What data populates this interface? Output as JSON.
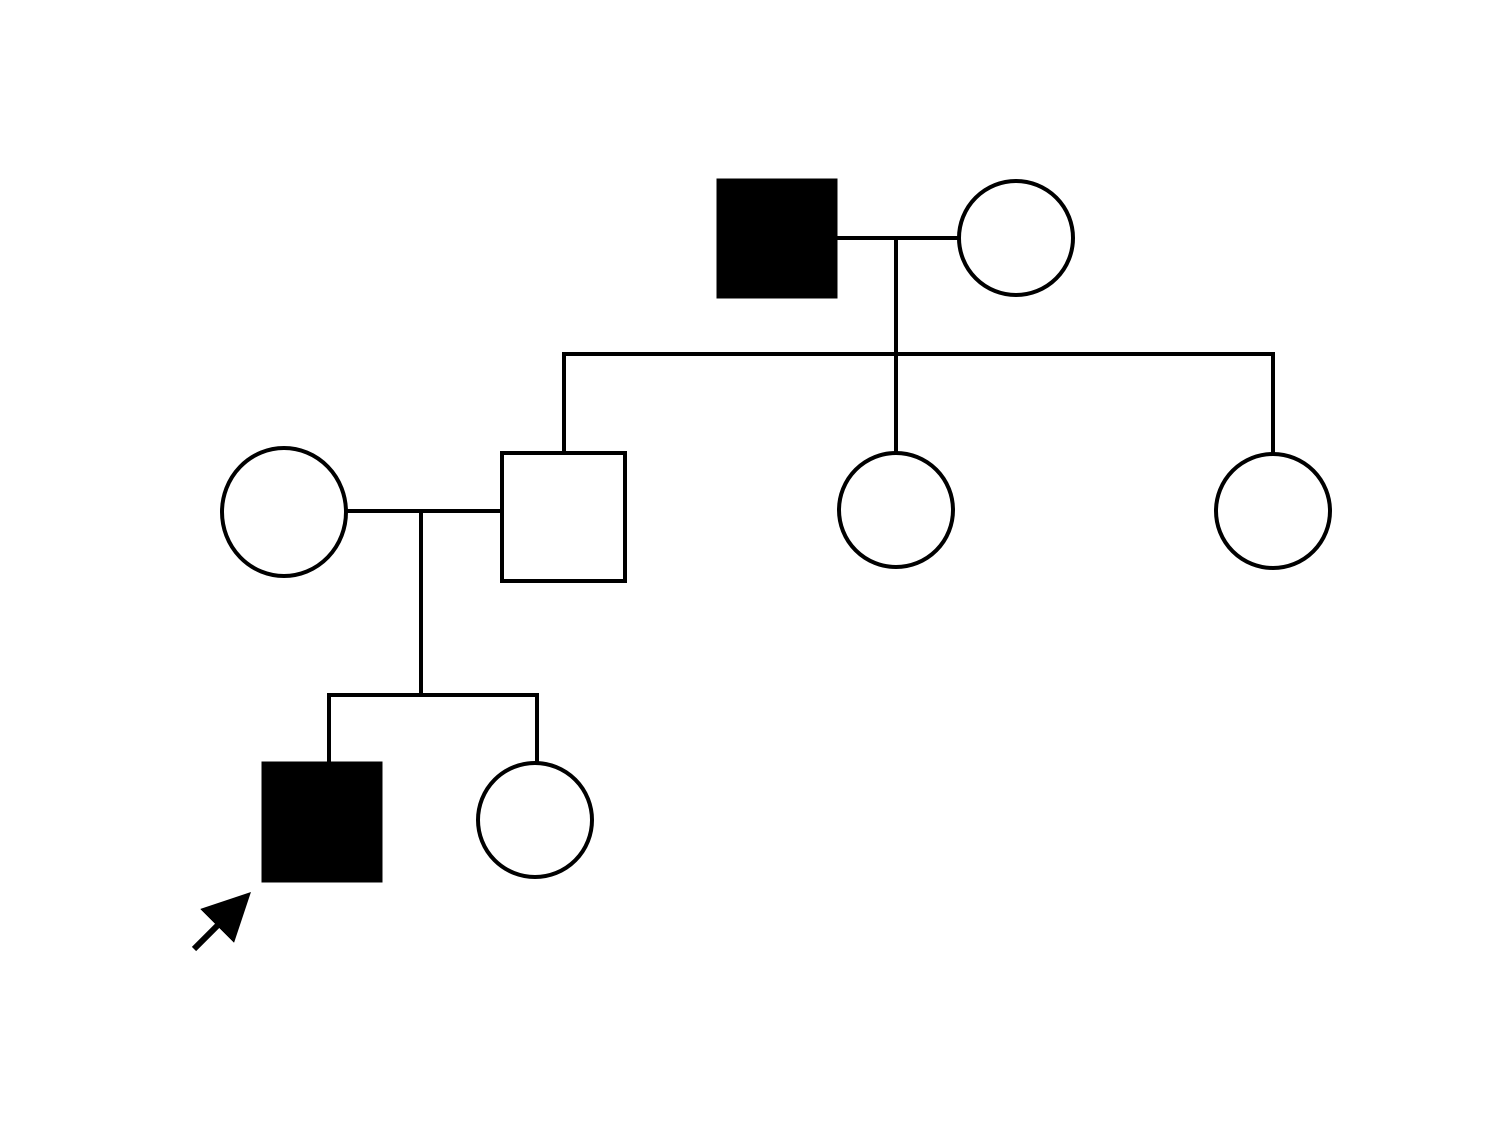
{
  "colors": {
    "line": "#000000",
    "affected": "#000000",
    "unaffected": "#ffffff",
    "background": "#ffffff"
  },
  "pedigree": {
    "generations": 3,
    "individuals": [
      {
        "id": "I-1",
        "sex": "male",
        "affected": true
      },
      {
        "id": "I-2",
        "sex": "female",
        "affected": false
      },
      {
        "id": "II-1",
        "sex": "female",
        "affected": false
      },
      {
        "id": "II-2",
        "sex": "male",
        "affected": false
      },
      {
        "id": "II-3",
        "sex": "female",
        "affected": false
      },
      {
        "id": "II-4",
        "sex": "female",
        "affected": false
      },
      {
        "id": "III-1",
        "sex": "male",
        "affected": true,
        "proband": true
      },
      {
        "id": "III-2",
        "sex": "female",
        "affected": false
      }
    ]
  }
}
